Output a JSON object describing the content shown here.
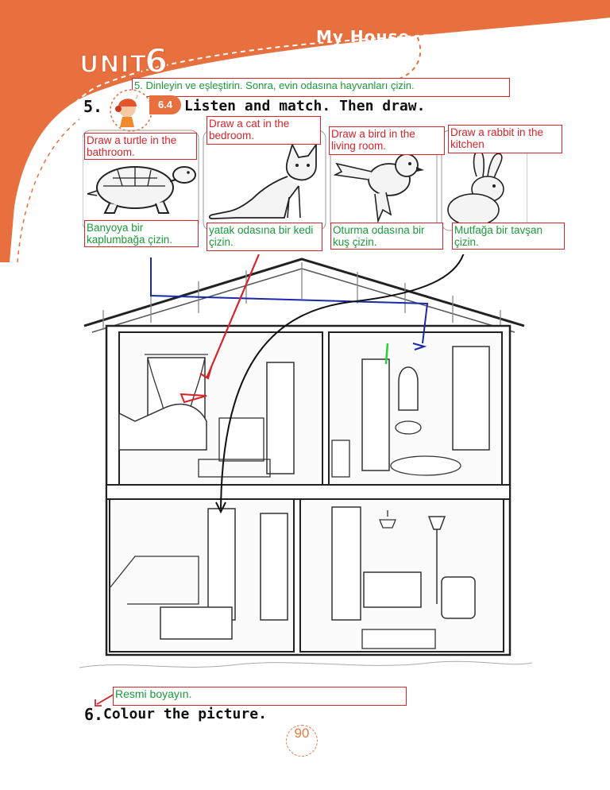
{
  "header": {
    "title": "My House",
    "unit_label": "UNIT",
    "unit_number": "6"
  },
  "exercise5": {
    "number": "5.",
    "track": "6.4",
    "instruction": "Listen and match. Then draw.",
    "translation": "5. Dinleyin ve eşleştirin. Sonra, evin odasına hayvanları çizin."
  },
  "animals": [
    {
      "name": "turtle",
      "english": "Draw a turtle in the bathroom.",
      "turkish": "Banyoya bir kaplumbağa çizin."
    },
    {
      "name": "cat",
      "english": "Draw a cat in the bedroom.",
      "turkish": "yatak odasına bir kedi çizin."
    },
    {
      "name": "bird",
      "english": "Draw a bird in the living room.",
      "turkish": "Oturma odasına bir kuş çizin."
    },
    {
      "name": "rabbit",
      "english": "Draw a rabbit in the kitchen",
      "turkish": "Mutfağa bir tavşan çizin."
    }
  ],
  "exercise6": {
    "number": "6.",
    "instruction": "Colour the picture.",
    "translation": "Resmi boyayın."
  },
  "page_number": "90",
  "colors": {
    "accent": "#e8703f",
    "annotation_red": "#d6242a",
    "annotation_green": "#1a9a3a"
  }
}
